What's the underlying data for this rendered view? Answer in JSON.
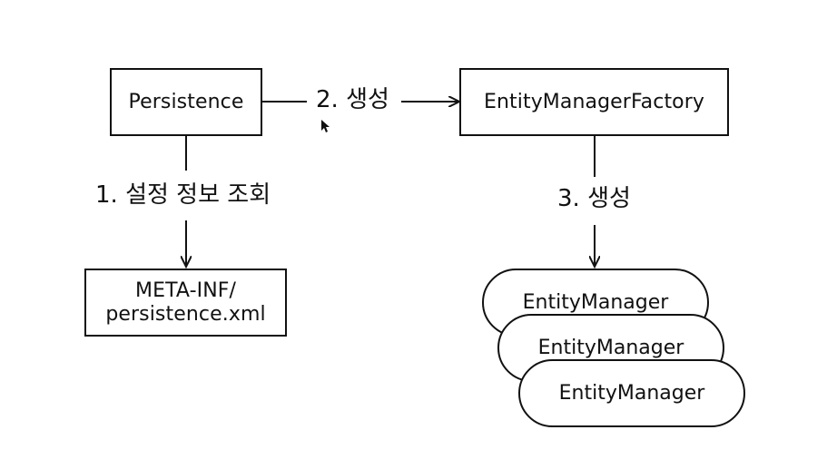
{
  "diagram": {
    "nodes": {
      "persistence": {
        "label": "Persistence"
      },
      "emf": {
        "label": "EntityManagerFactory"
      },
      "meta_inf": {
        "line1": "META-INF/",
        "line2": "persistence.xml"
      },
      "entity_managers": [
        {
          "label": "EntityManager"
        },
        {
          "label": "EntityManager"
        },
        {
          "label": "EntityManager"
        }
      ]
    },
    "edges": {
      "read_config": "1. 설정 정보 조회",
      "create_emf": "2. 생성",
      "create_em": "3. 생성"
    },
    "colors": {
      "stroke": "#111111",
      "background": "#ffffff"
    }
  }
}
